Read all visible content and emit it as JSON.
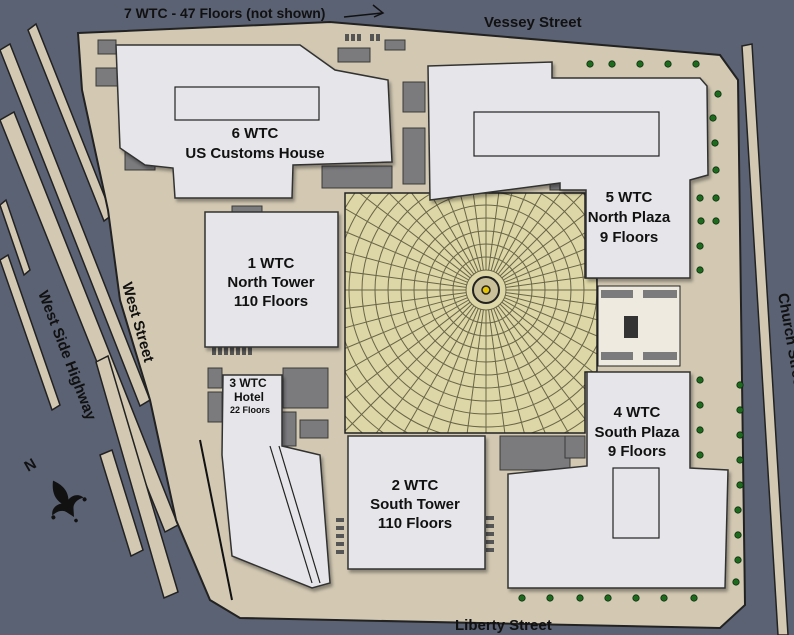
{
  "streets": {
    "north": "Vessey Street",
    "east": "Church Street",
    "south": "Liberty Street",
    "west": "West Street",
    "highway": "West Side Highway"
  },
  "note_7wtc": "7 WTC - 47 Floors (not shown)",
  "compass_label": "N",
  "buildings": {
    "wtc6": {
      "name": "6 WTC",
      "desc": "US Customs House"
    },
    "wtc5": {
      "name": "5 WTC",
      "desc": "North Plaza",
      "floors": "9 Floors"
    },
    "wtc1": {
      "name": "1 WTC",
      "desc": "North Tower",
      "floors": "110 Floors"
    },
    "wtc3": {
      "name": "3 WTC",
      "desc": "Hotel",
      "floors": "22 Floors"
    },
    "wtc4": {
      "name": "4 WTC",
      "desc": "South Plaza",
      "floors": "9 Floors"
    },
    "wtc2": {
      "name": "2 WTC",
      "desc": "South Tower",
      "floors": "110 Floors"
    }
  },
  "colors": {
    "street": "#5b6274",
    "sidewalk": "#d3c9b3",
    "building": "#e6e6ea",
    "annex": "#7b7b7e",
    "plaza": "#ddd6a6",
    "plaza_grid": "#6a6548",
    "tree": "#1e6a1e",
    "outline": "#222222"
  }
}
